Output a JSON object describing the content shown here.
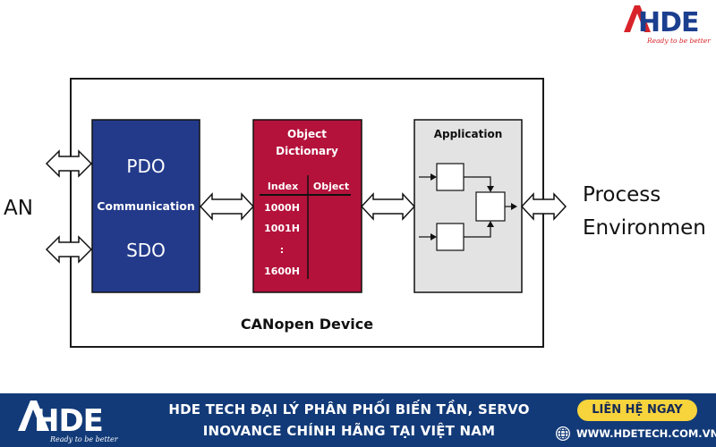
{
  "diagram": {
    "left_label": "AN",
    "comm_block": {
      "pdo": "PDO",
      "title": "Communication",
      "sdo": "SDO"
    },
    "od_block": {
      "title_line1": "Object",
      "title_line2": "Dictionary",
      "col_index": "Index",
      "col_object": "Object",
      "rows": [
        "1000H",
        "1001H",
        ":",
        "1600H"
      ]
    },
    "app_block": {
      "title": "Application"
    },
    "process_line1": "Process",
    "process_line2": "Environmen",
    "device_label": "CANopen Device"
  },
  "top_logo": {
    "brand": "HDE",
    "tagline": "Ready to be better"
  },
  "banner": {
    "logo_brand": "HDE",
    "logo_tagline": "Ready to be better",
    "headline_line1": "HDE TECH ĐẠI LÝ PHÂN PHỐI BIẾN TẦN, SERVO",
    "headline_line2": "INOVANCE CHÍNH HÃNG TẠI VIỆT NAM",
    "cta_label": "LIÊN HỆ NGAY",
    "website": "WWW.HDETECH.COM.VN",
    "icon": "globe-icon"
  },
  "colors": {
    "comm_block": "#233a8b",
    "od_block": "#b4123b",
    "app_block": "#e3e3e3",
    "banner": "#123a78",
    "cta": "#f7d33c",
    "logo_red": "#d8232a"
  }
}
